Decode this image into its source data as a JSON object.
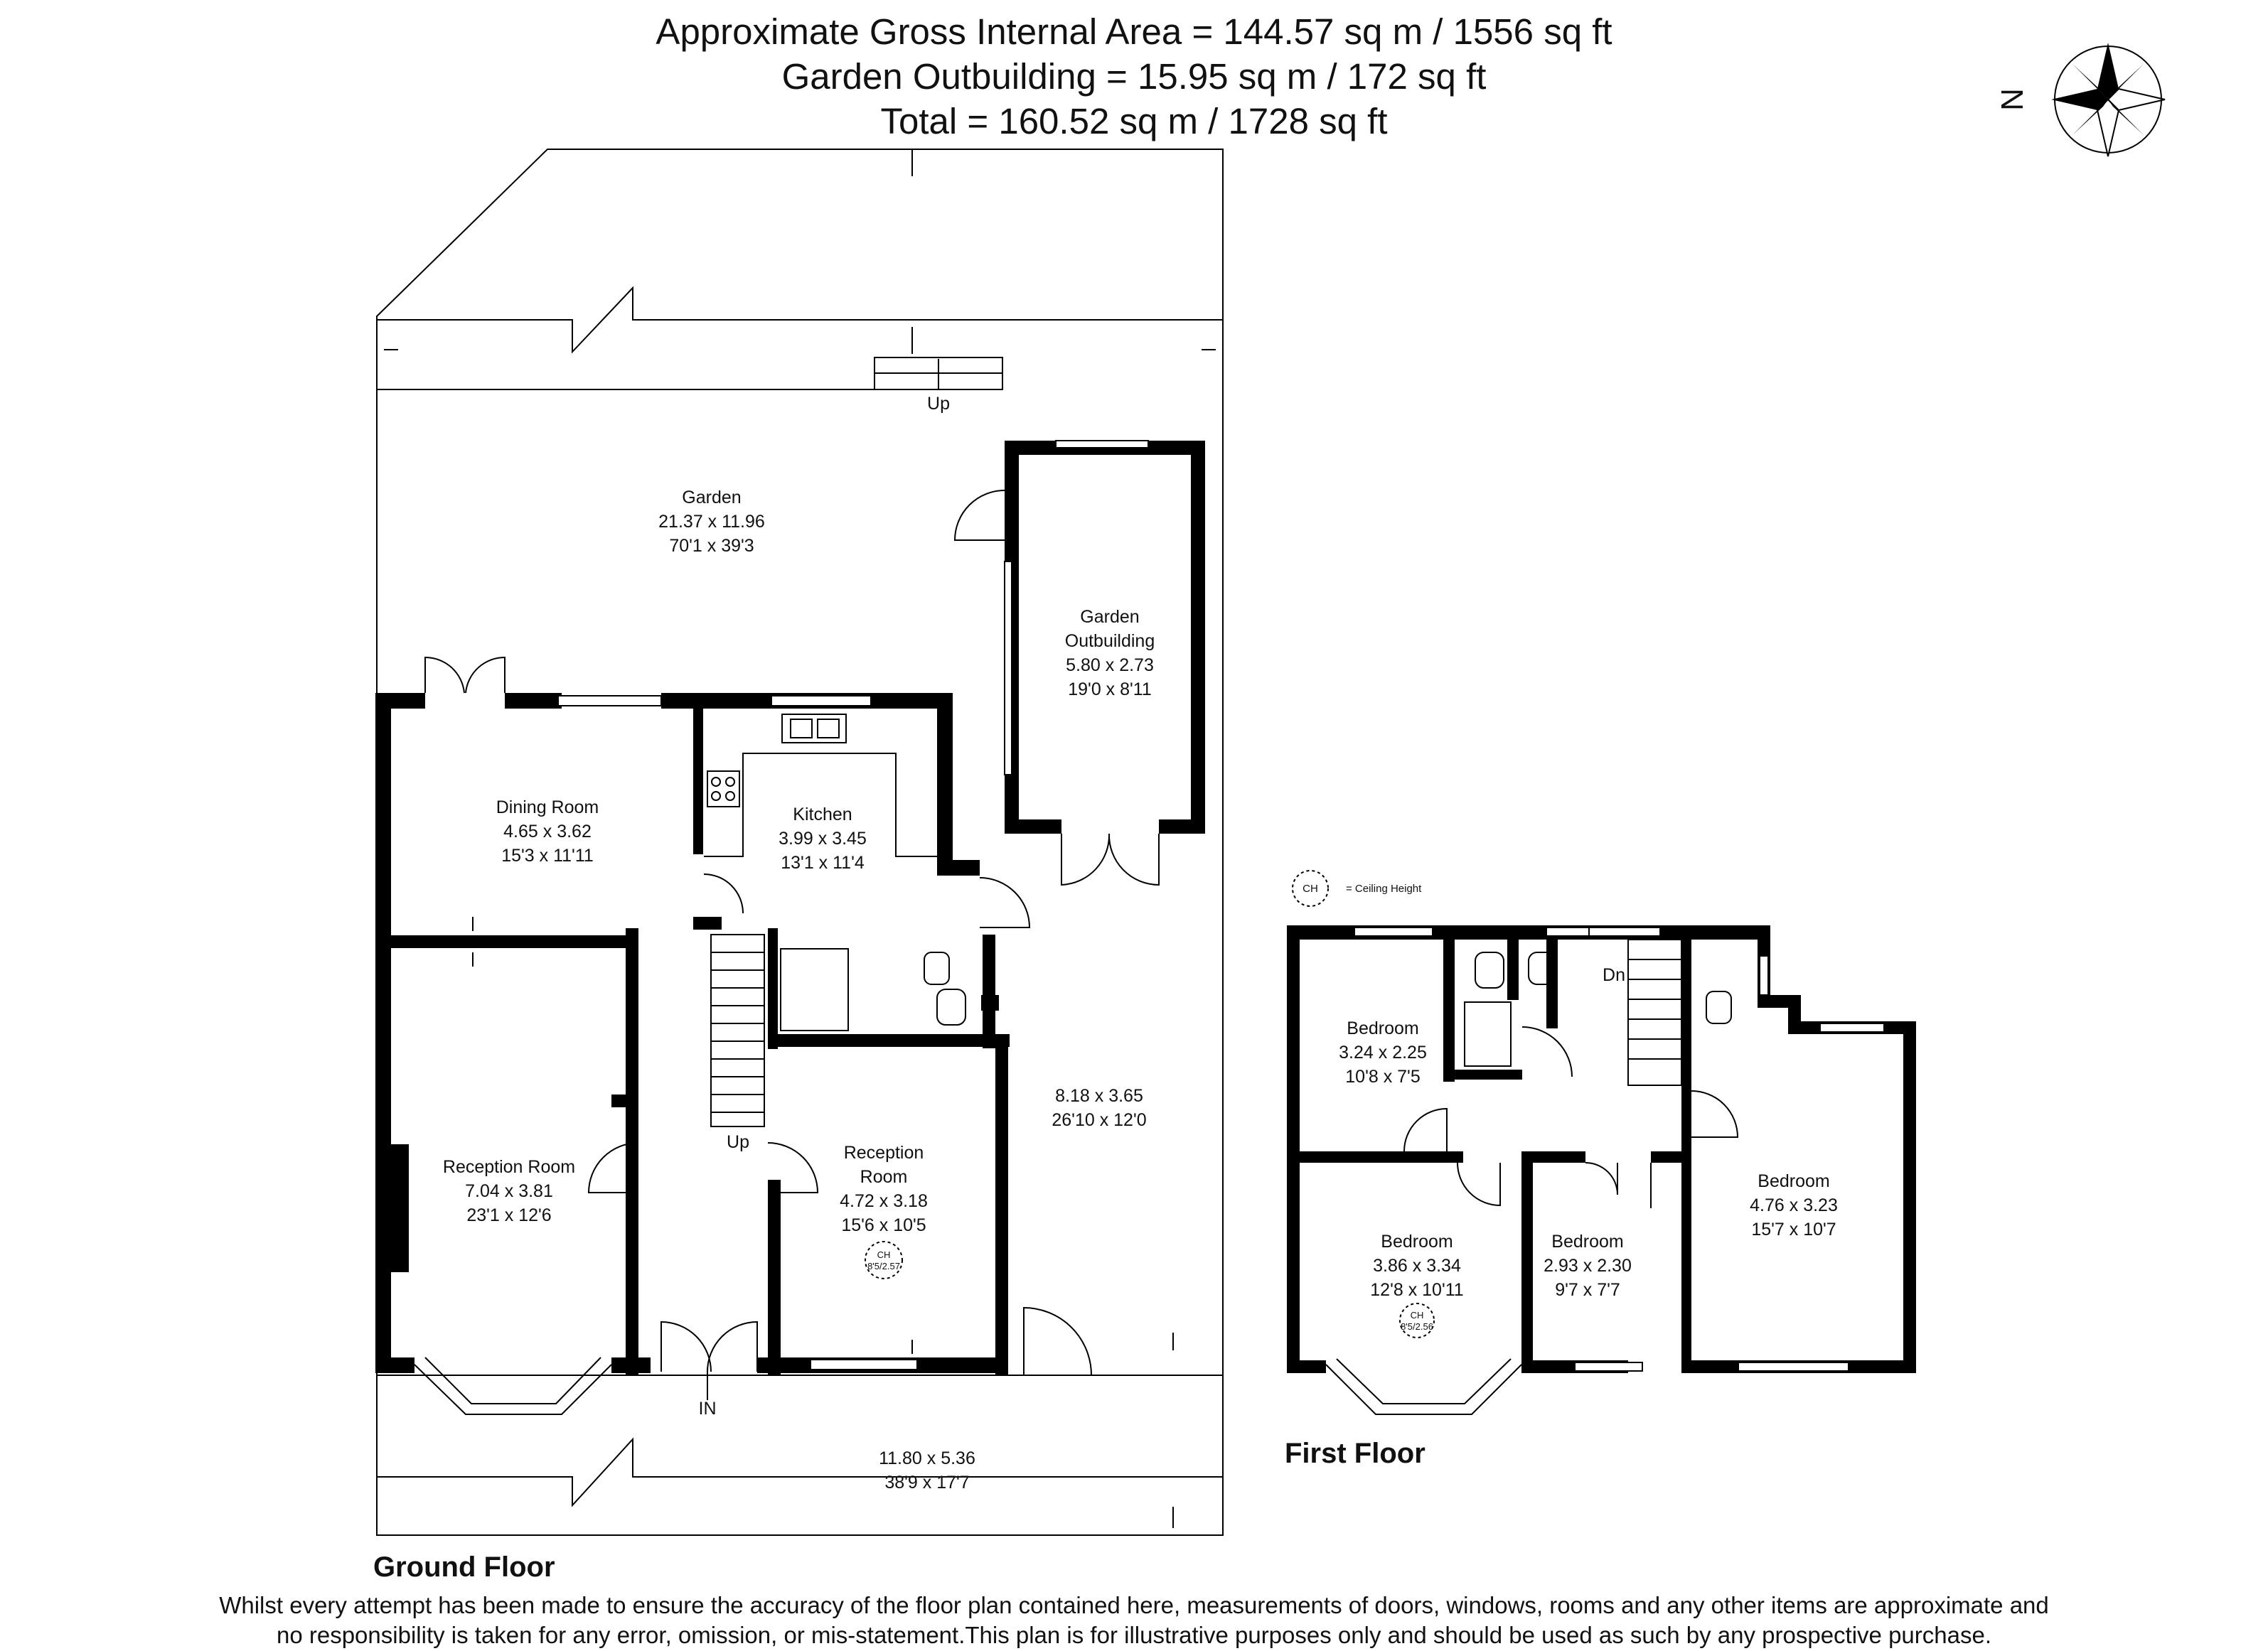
{
  "header": {
    "line1": "Approximate Gross Internal Area = 144.57 sq m / 1556 sq ft",
    "line2": "Garden Outbuilding = 15.95 sq m / 172 sq ft",
    "line3": "Total = 160.52 sq m / 1728 sq ft"
  },
  "compass": {
    "label": "N"
  },
  "legend": {
    "symbol": "CH",
    "text": "= Ceiling Height"
  },
  "ground_floor": {
    "title": "Ground Floor",
    "rooms": [
      {
        "name": "Garden",
        "metric": "21.37 x 11.96",
        "imperial": "70'1 x 39'3"
      },
      {
        "name": "Garden\nOutbuilding",
        "metric": "5.80 x 2.73",
        "imperial": "19'0 x 8'11"
      },
      {
        "name": "Dining Room",
        "metric": "4.65 x 3.62",
        "imperial": "15'3 x 11'11"
      },
      {
        "name": "Kitchen",
        "metric": "3.99 x 3.45",
        "imperial": "13'1 x 11'4"
      },
      {
        "name": "Reception Room",
        "metric": "7.04 x 3.81",
        "imperial": "23'1 x 12'6"
      },
      {
        "name": "Reception\nRoom",
        "metric": "4.72 x 3.18",
        "imperial": "15'6 x 10'5"
      },
      {
        "name": "",
        "metric": "8.18 x 3.65",
        "imperial": "26'10 x 12'0"
      },
      {
        "name": "",
        "metric": "11.80 x 5.36",
        "imperial": "38'9 x 17'7"
      }
    ],
    "labels": {
      "up_garden": "Up",
      "up_stairs": "Up",
      "entrance": "IN"
    },
    "ceiling": {
      "symbol": "CH",
      "value": "8'5/2.57"
    }
  },
  "first_floor": {
    "title": "First Floor",
    "rooms": [
      {
        "name": "Bedroom",
        "metric": "3.24 x 2.25",
        "imperial": "10'8 x 7'5"
      },
      {
        "name": "Bedroom",
        "metric": "4.76 x 3.23",
        "imperial": "15'7 x 10'7"
      },
      {
        "name": "Bedroom",
        "metric": "3.86 x 3.34",
        "imperial": "12'8 x 10'11"
      },
      {
        "name": "Bedroom",
        "metric": "2.93 x 2.30",
        "imperial": "9'7 x 7'7"
      }
    ],
    "labels": {
      "down": "Dn"
    },
    "ceiling": {
      "symbol": "CH",
      "value": "8'5/2.56"
    }
  },
  "disclaimer": {
    "line1": "Whilst every attempt has been made to ensure the accuracy of the floor plan contained here, measurements of doors, windows, rooms and any other items are approximate and",
    "line2": "no responsibility is taken for any error, omission, or mis-statement.This plan is for illustrative purposes only and should be used as such by any prospective purchase."
  }
}
